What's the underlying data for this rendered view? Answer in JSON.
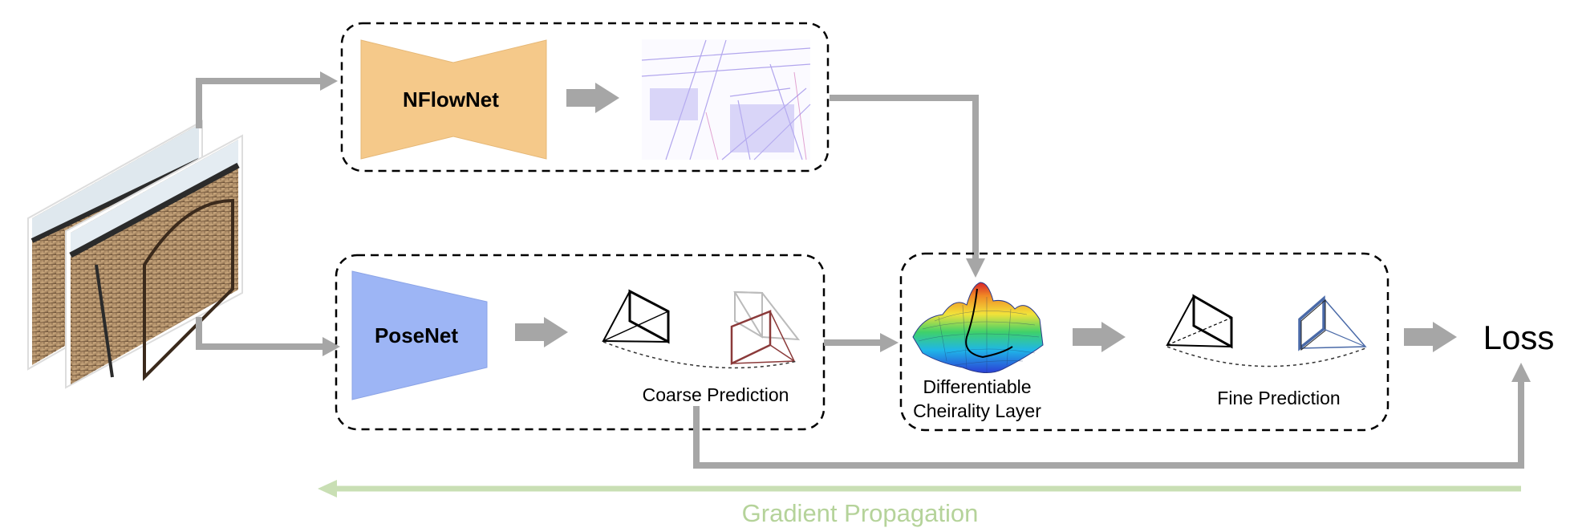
{
  "nflownet": {
    "label": "NFlowNet"
  },
  "posenet": {
    "label": "PoseNet"
  },
  "coarse": {
    "label": "Coarse Prediction"
  },
  "cheirality": {
    "line1": "Differentiable",
    "line2": "Cheirality Layer"
  },
  "fine": {
    "label": "Fine Prediction"
  },
  "loss": {
    "label": "Loss"
  },
  "gradient": {
    "label": "Gradient Propagation"
  },
  "colors": {
    "nflownet_fill": "#f5c98a",
    "posenet_fill": "#9db5f5",
    "arrow": "#a6a6a6",
    "gradient_arrow": "#c9dfb4",
    "gradient_text": "#b5d39a",
    "coarse_camera": "#8b3a3a",
    "fine_camera": "#4a6aa8"
  },
  "icons": [
    "input-image-pair",
    "optical-flow-image",
    "loss-surface-plot",
    "camera-frustum-icon"
  ]
}
